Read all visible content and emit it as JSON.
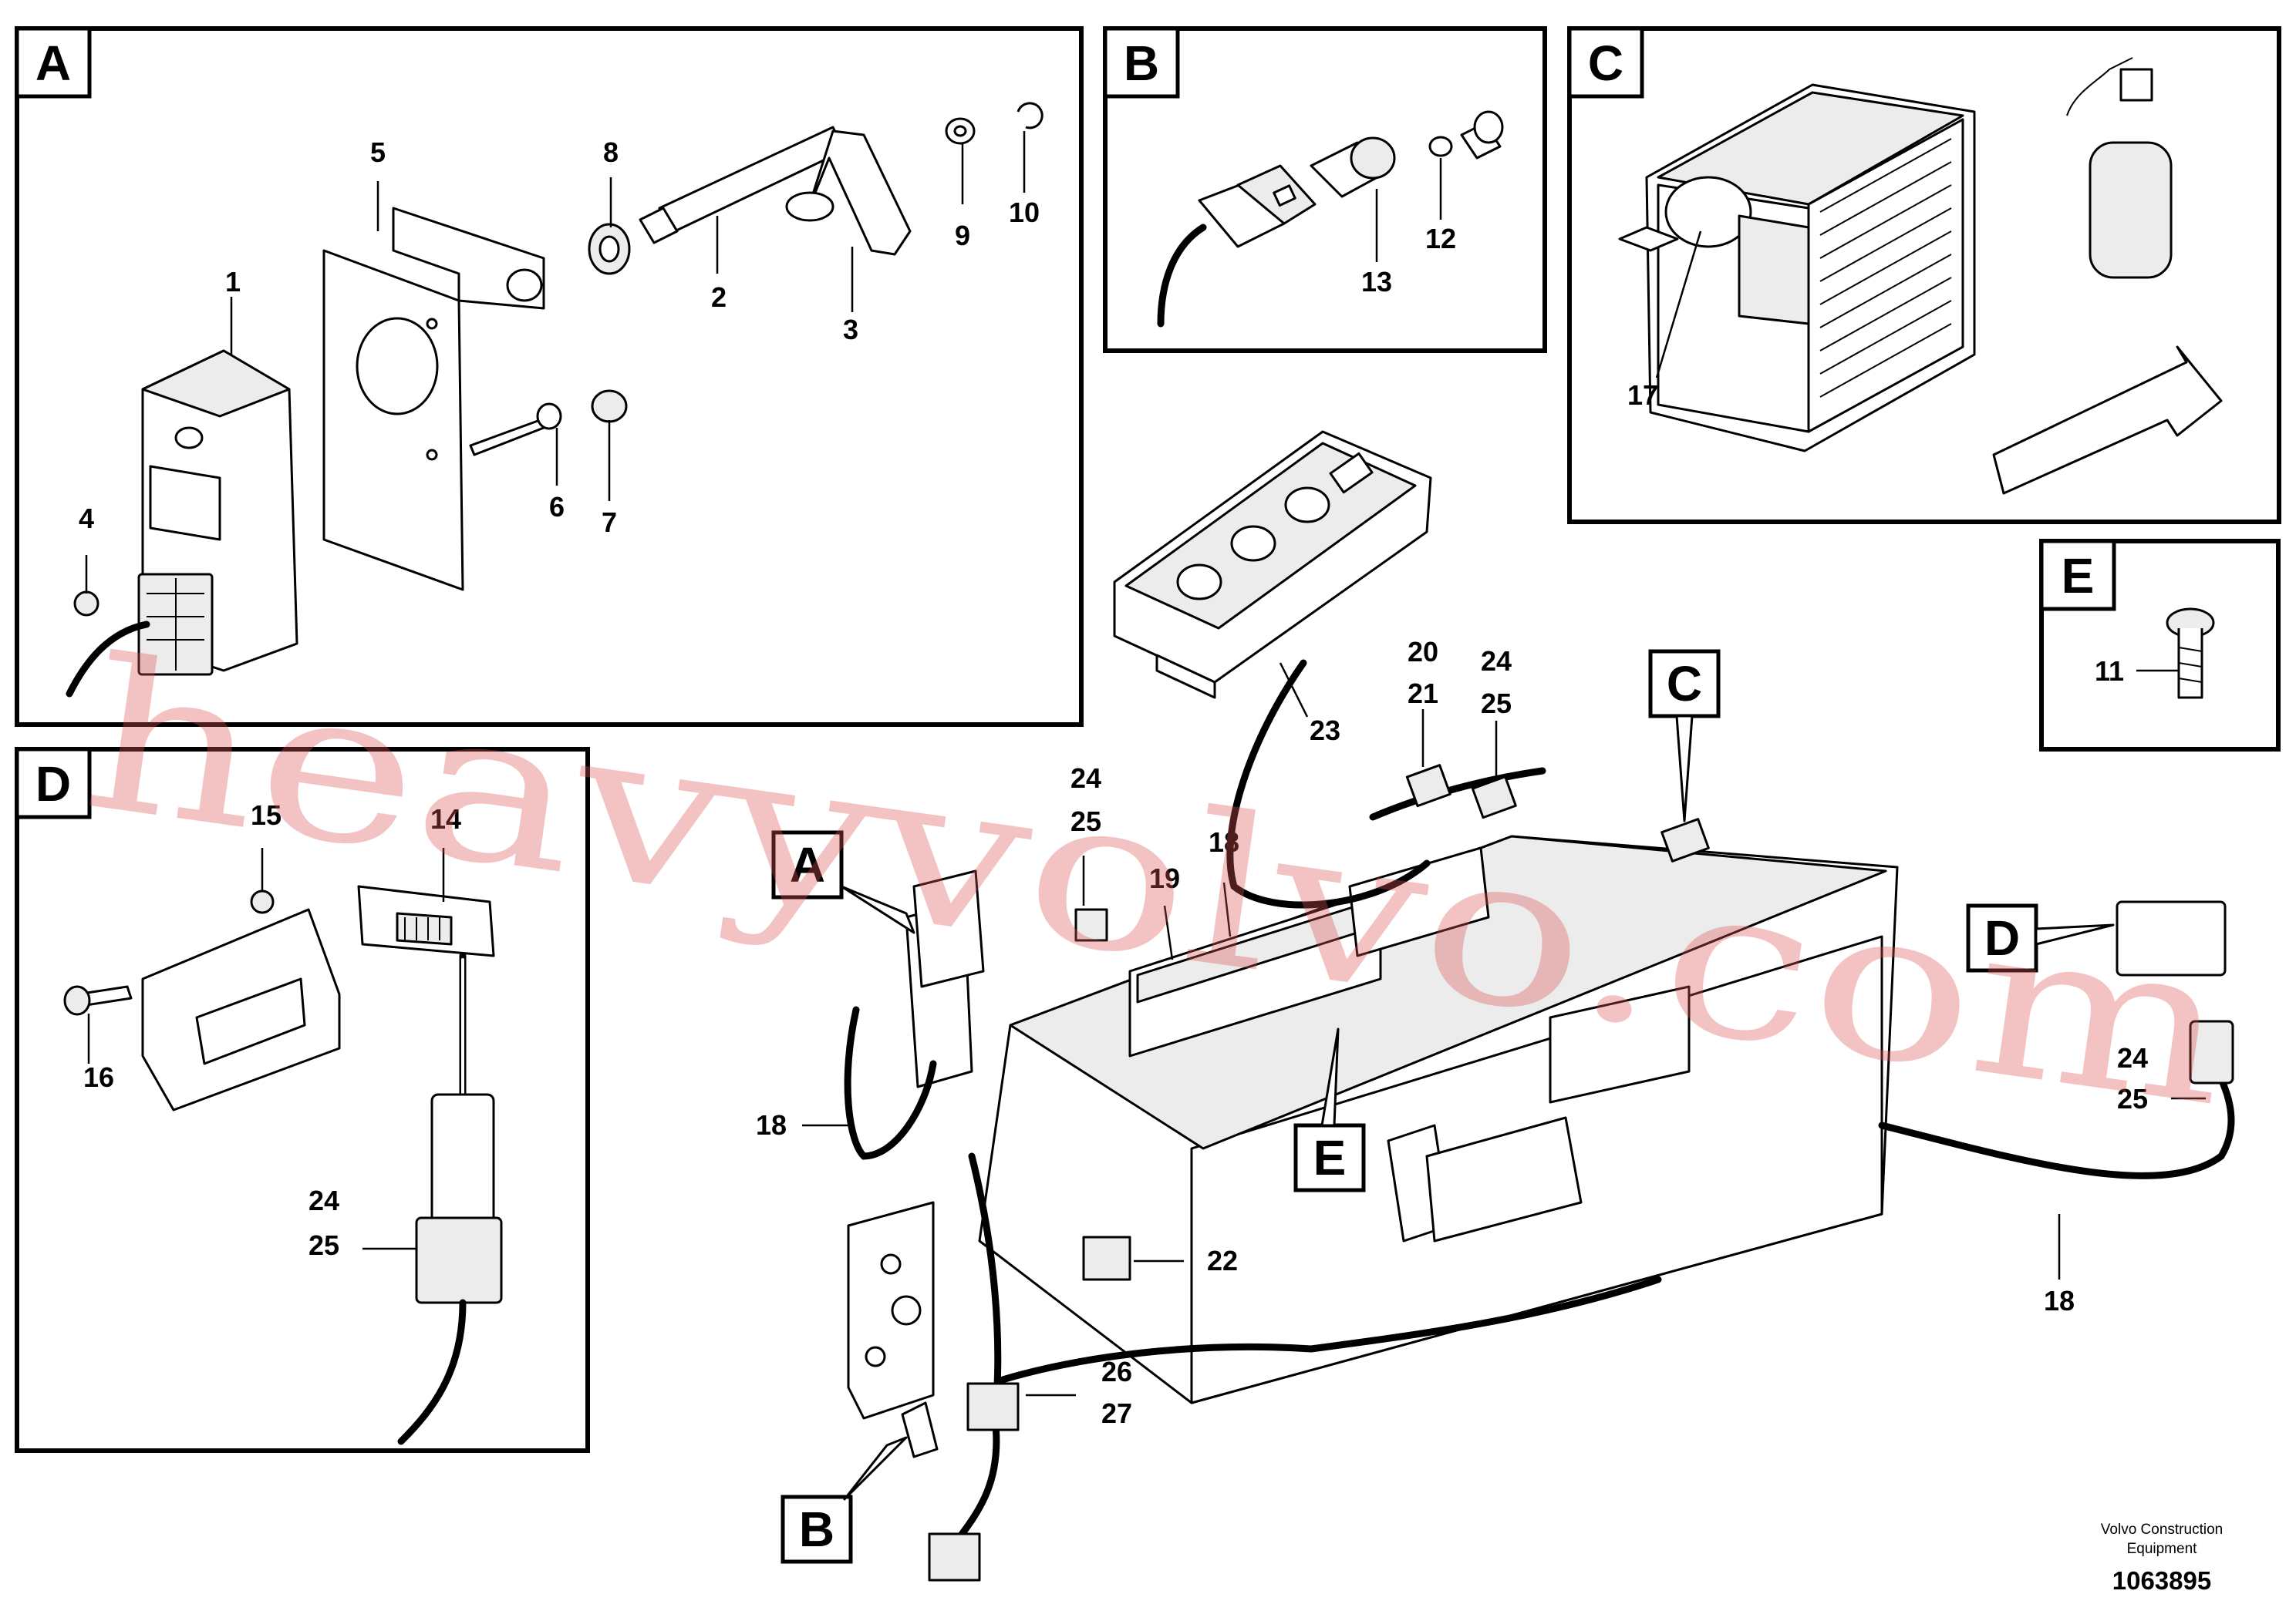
{
  "panels": {
    "A": {
      "label": "A",
      "callouts": [
        "1",
        "2",
        "3",
        "4",
        "5",
        "6",
        "7",
        "8",
        "9",
        "10"
      ]
    },
    "B": {
      "label": "B",
      "callouts": [
        "12",
        "13"
      ]
    },
    "C": {
      "label": "C",
      "callouts": [
        "17"
      ]
    },
    "D": {
      "label": "D",
      "callouts": [
        "15",
        "14",
        "16",
        "24",
        "25"
      ]
    },
    "E": {
      "label": "E",
      "callouts": [
        "11"
      ]
    }
  },
  "main_view": {
    "refs": {
      "A": "A",
      "B": "B",
      "C": "C",
      "D": "D",
      "E": "E"
    },
    "callouts": [
      "20",
      "21",
      "24",
      "25",
      "23",
      "24",
      "25",
      "18",
      "19",
      "18",
      "22",
      "26",
      "27",
      "24",
      "25",
      "18"
    ]
  },
  "watermark": "heavyvolvo.com",
  "footer": {
    "line1": "Volvo Construction",
    "line2": "Equipment",
    "doc_number": "1063895"
  }
}
